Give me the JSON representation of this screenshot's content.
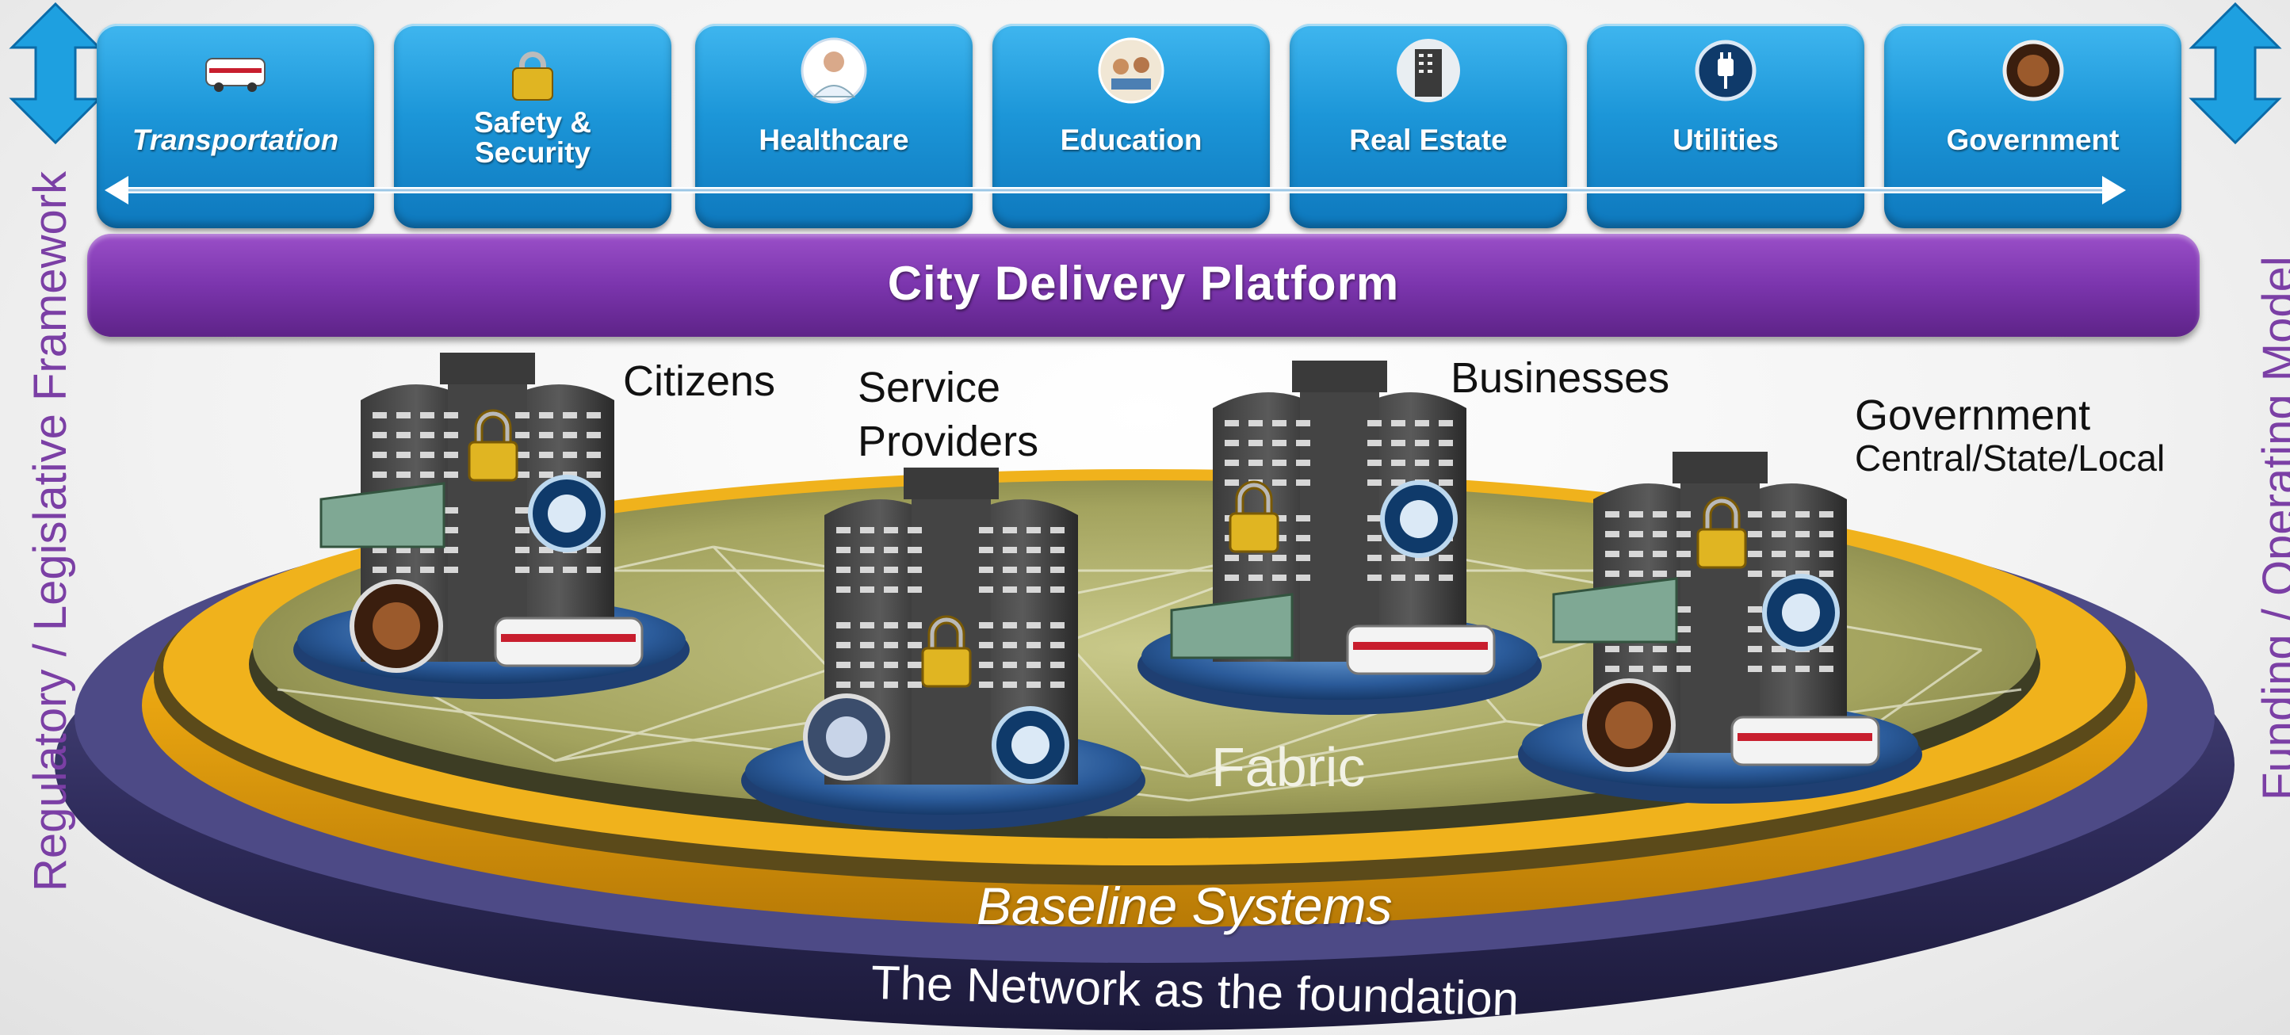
{
  "sectors": [
    {
      "label": "Transportation",
      "icon": "bus-icon"
    },
    {
      "label": "Safety & Security",
      "line1": "Safety &",
      "line2": "Security",
      "icon": "padlock-icon"
    },
    {
      "label": "Healthcare",
      "icon": "doctor-icon"
    },
    {
      "label": "Education",
      "icon": "classroom-icon"
    },
    {
      "label": "Real Estate",
      "icon": "building-icon"
    },
    {
      "label": "Utilities",
      "icon": "power-plug-icon"
    },
    {
      "label": "Government",
      "icon": "seal-icon"
    }
  ],
  "platform": {
    "label": "City Delivery Platform"
  },
  "side_labels": {
    "left": "Regulatory / Legislative Framework",
    "right": "Funding / Operating Model"
  },
  "stakeholders": {
    "citizens": "Citizens",
    "service_providers_line1": "Service",
    "service_providers_line2": "Providers",
    "businesses": "Businesses",
    "government": "Government",
    "government_sub": "Central/State/Local"
  },
  "layers": {
    "fabric": "Fabric",
    "baseline": "Baseline Systems",
    "network": "The Network as the foundation"
  },
  "colors": {
    "tile_blue": "#1c96d8",
    "platform_purple": "#7b35ad",
    "side_text": "#7b3fa5",
    "baseline_gold": "#e8a410",
    "network_navy": "#3b3870",
    "fabric_green": "#a8a866"
  }
}
